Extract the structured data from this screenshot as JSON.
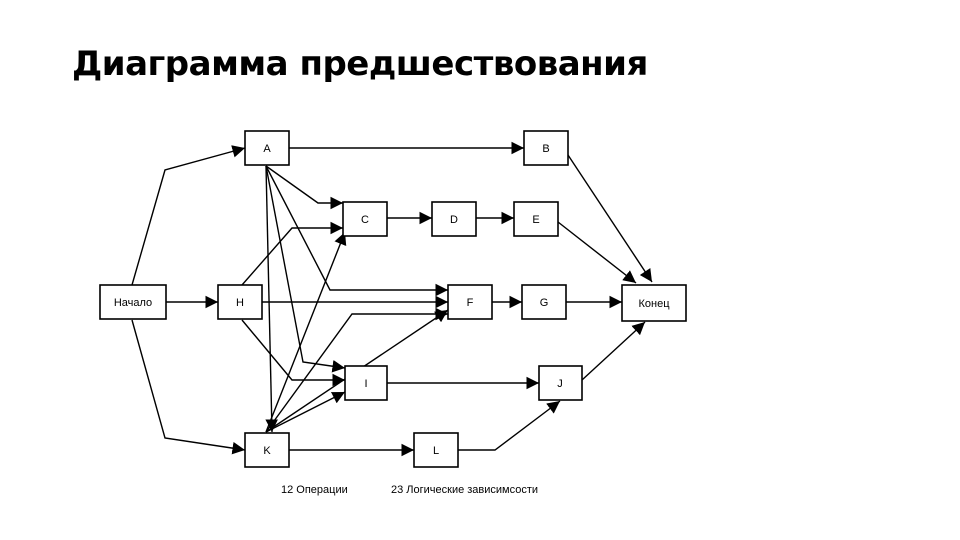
{
  "title": "Диаграмма предшествования",
  "nodes": {
    "start": "Начало",
    "a": "A",
    "b": "B",
    "c": "C",
    "d": "D",
    "e": "E",
    "h": "H",
    "f": "F",
    "g": "G",
    "end": "Конец",
    "i": "I",
    "j": "J",
    "k": "K",
    "l": "L"
  },
  "captions": {
    "operations": "12 Операции",
    "dependencies": "23 Логические зависимсости"
  }
}
